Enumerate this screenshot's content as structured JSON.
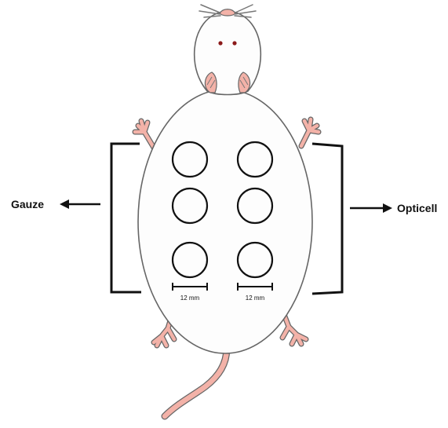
{
  "labels": {
    "left": "Gauze",
    "right": "Opticell"
  },
  "scale_bars": [
    {
      "label": "12 mm"
    },
    {
      "label": "12 mm"
    }
  ],
  "wound_grid": {
    "rows": 3,
    "columns": 2
  },
  "colors": {
    "outline": "#555555",
    "body_fill": "#fdfdfd",
    "skin_pink": "#f3b2a8",
    "wound_circle": "#111111",
    "bracket": "#111111",
    "eyes": "#8b1a1a"
  }
}
